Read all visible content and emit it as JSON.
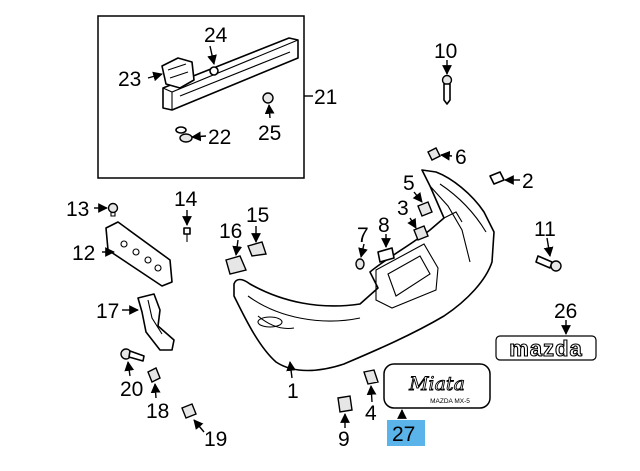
{
  "diagram": {
    "highlight_color": "#5ab4ea",
    "highlighted_callout": "27",
    "callouts": [
      "1",
      "2",
      "3",
      "4",
      "5",
      "6",
      "7",
      "8",
      "9",
      "10",
      "11",
      "12",
      "13",
      "14",
      "15",
      "16",
      "17",
      "18",
      "19",
      "20",
      "21",
      "22",
      "23",
      "24",
      "25",
      "26",
      "27"
    ],
    "emblem": {
      "script": "Miata",
      "subtitle": "MAZDA MX-5"
    },
    "logo": {
      "text": "mazda"
    }
  }
}
